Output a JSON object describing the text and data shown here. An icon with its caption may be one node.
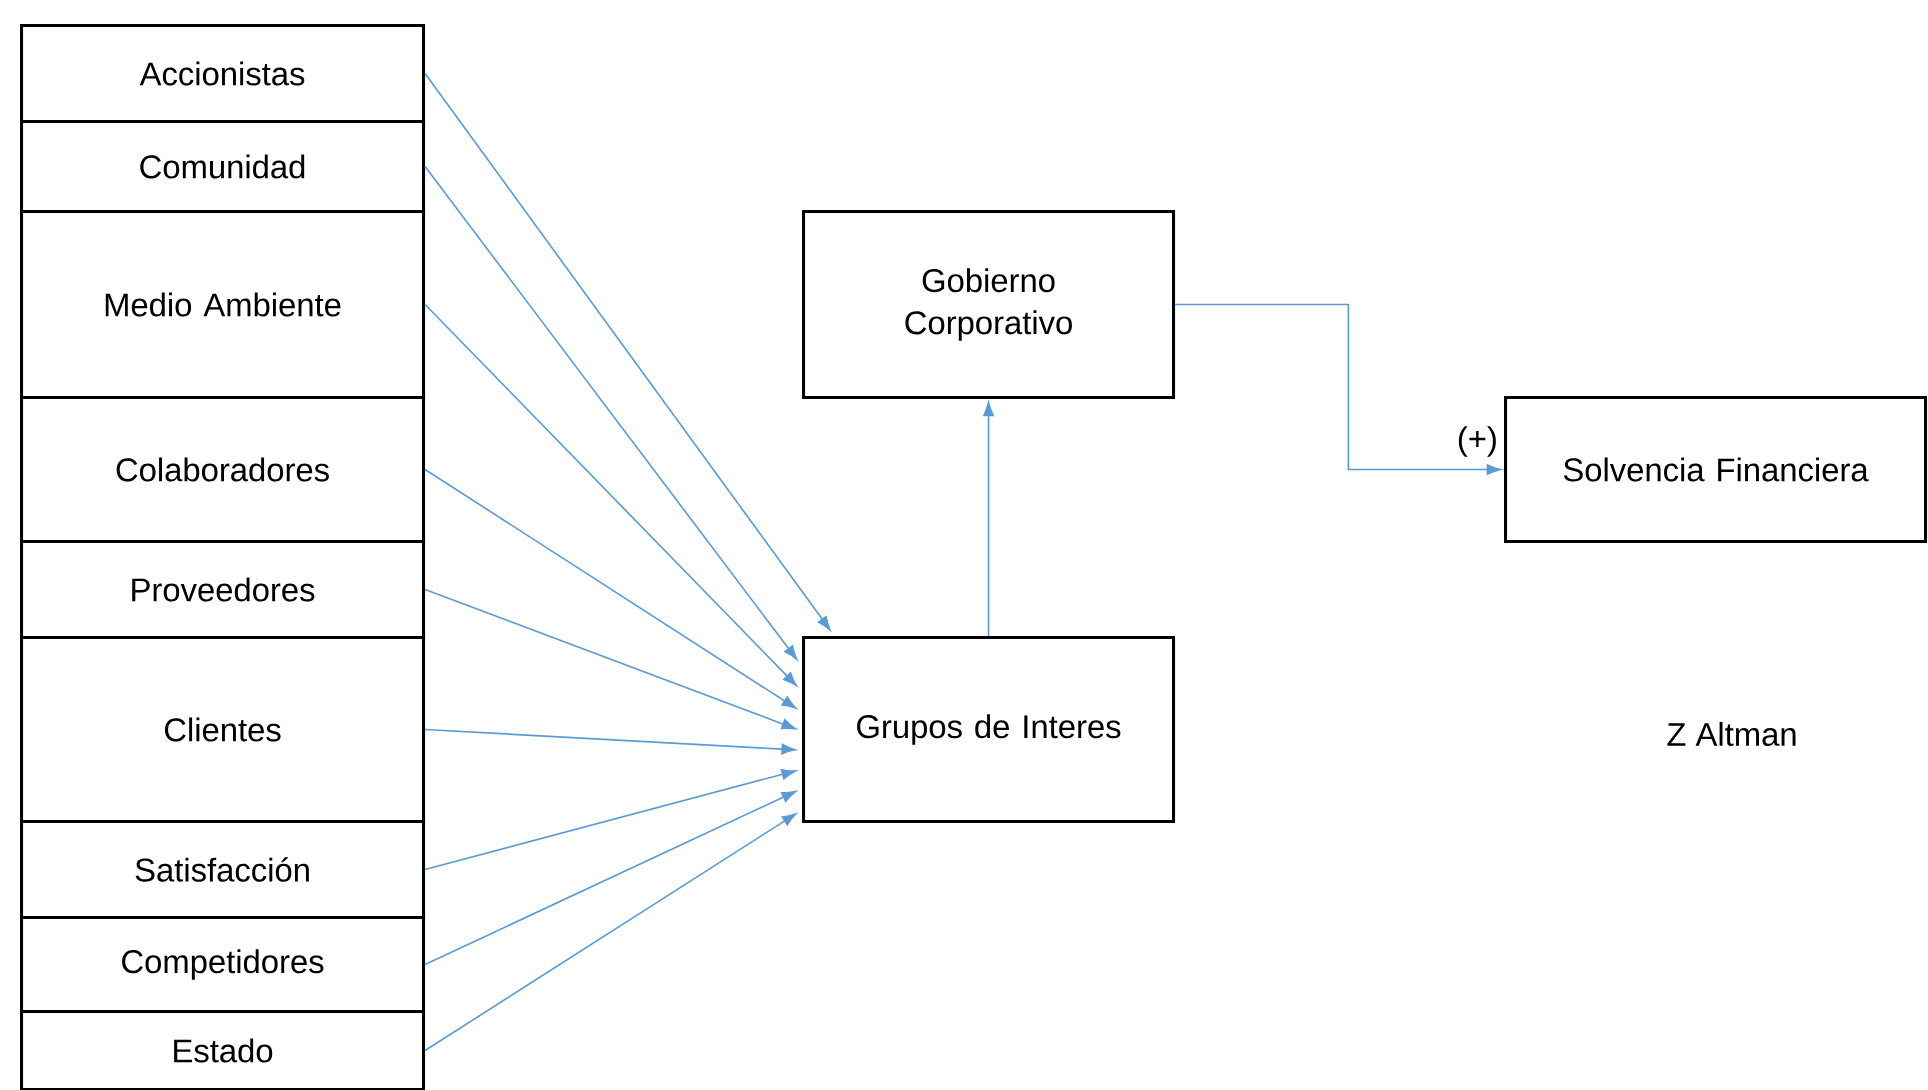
{
  "diagram": {
    "nodes": [
      {
        "text": [
          "Accionistas"
        ]
      },
      {
        "text": [
          "Comunidad"
        ]
      },
      {
        "text": [
          "Medio Ambiente"
        ]
      },
      {
        "text": [
          "Colaboradores"
        ]
      },
      {
        "text": [
          "Proveedores"
        ]
      },
      {
        "text": [
          "Clientes"
        ]
      },
      {
        "text": [
          "Satisfacción"
        ]
      },
      {
        "text": [
          "Competidores"
        ]
      },
      {
        "text": [
          "Estado"
        ]
      },
      {
        "text": [
          "Gobierno Corporativo"
        ]
      },
      {
        "text": [
          "Grupos de Interes"
        ]
      },
      {
        "text": [
          "Solvencia Financiera"
        ]
      }
    ],
    "edges": [
      {
        "from": 0,
        "to": 10,
        "arrow": "to"
      },
      {
        "from": 1,
        "to": 10,
        "arrow": "to"
      },
      {
        "from": 2,
        "to": 10,
        "arrow": "to"
      },
      {
        "from": 3,
        "to": 10,
        "arrow": "to"
      },
      {
        "from": 4,
        "to": 10,
        "arrow": "to"
      },
      {
        "from": 5,
        "to": 10,
        "arrow": "to"
      },
      {
        "from": 6,
        "to": 10,
        "arrow": "to"
      },
      {
        "from": 7,
        "to": 10,
        "arrow": "to"
      },
      {
        "from": 8,
        "to": 10,
        "arrow": "to"
      },
      {
        "from": 10,
        "to": 9,
        "arrow": "to"
      },
      {
        "from": 9,
        "to": 11,
        "arrow": "to",
        "label": "(+)"
      }
    ],
    "labels": [
      "Z Altman"
    ]
  }
}
